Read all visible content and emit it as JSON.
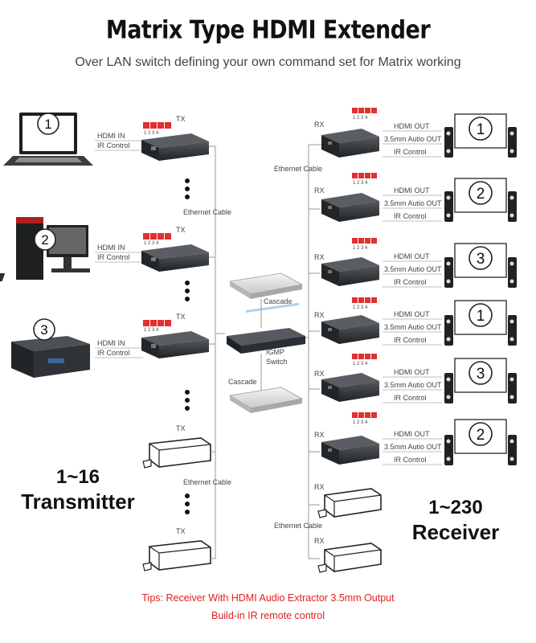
{
  "title": "Matrix Type HDMI Extender",
  "subtitle": "Over LAN switch defining your own command set for Matrix working",
  "labels": {
    "tx": "TX",
    "rx": "RX",
    "hdmi_in": "HDMI IN",
    "ir_control": "IR Control",
    "hdmi_out": "HDMI OUT",
    "audio_out": "3.5mm Autio OUT",
    "ethernet_cable": "Ethernet Cable",
    "cascade": "Cascade",
    "igmp": "IGMP",
    "switch": "Switch",
    "dip": "1 2 3 4"
  },
  "sources": [
    {
      "num": "1",
      "device": "laptop"
    },
    {
      "num": "2",
      "device": "desktop-pc"
    },
    {
      "num": "3",
      "device": "media-player"
    }
  ],
  "displays": [
    "1",
    "2",
    "3",
    "1",
    "3",
    "2"
  ],
  "transmitter_count": "1~16",
  "transmitter_label": "Transmitter",
  "receiver_count": "1~230",
  "receiver_label": "Receiver",
  "tips_line1": "Tips:  Receiver With HDMI Audio Extractor 3.5mm Output",
  "tips_line2": "Build-in IR remote control",
  "colors": {
    "tips": "#e02020",
    "dip_switch": "#e03030",
    "device": "#2b2f33",
    "line": "#9a9a9a"
  }
}
